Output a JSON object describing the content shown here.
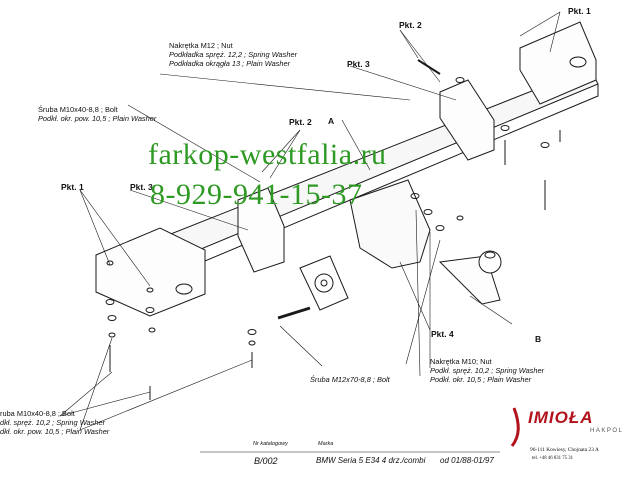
{
  "labels": {
    "nut_m12": "Nakrętka  M12 ; Nut",
    "spring_12": "Podkładka spręż. 12,2   ; Spring Washer",
    "plain_13": "Podkładka okrągła 13  ; Plain Washer",
    "bolt_m10_top": "Śruba M10x40-8,8 ;  Bolt",
    "plain_10_top": "Podkł. okr. pow. 10,5 ; Plain Washer",
    "nut_m10": "Nakrętka M10;  Nut",
    "spring_10": "Podkł. spręż. 10,2   ; Spring Washer",
    "plain_10_right": "Podkł. okr. 10,5 ; Plain Washer",
    "bolt_m12": "Śruba M12x70-8,8 ;  Bolt",
    "bolt_m10_bottom": "ruba M10x40-8,8 ;  Bolt",
    "spring_10_bottom": "dkł. spręż. 10,2   ; Spring Washer",
    "plain_10_bottom": "dkł. okr. pow. 10,5 ; Plain Washer"
  },
  "points": {
    "pkt1_tr": "Pkt. 1",
    "pkt2_top": "Pkt. 2",
    "pkt3_top": "Pkt. 3",
    "pkt2_mid": "Pkt. 2",
    "pkt1_left": "Pkt. 1",
    "pkt3_left": "Pkt. 3",
    "pkt4": "Pkt. 4",
    "a": "A",
    "b": "B"
  },
  "watermark": {
    "site": "farkop-westfalia.ru",
    "phone": "8-929-941-15-37"
  },
  "title_block": {
    "nr_label": "Nr katalogowy",
    "nr_value": "B/002",
    "marka_label": "Marka",
    "model": "BMW Seria 5 E34 4 drz./combi",
    "period": "od 01/88-01/97"
  },
  "logo": {
    "name": "IMIOŁA",
    "sub": "HAKPOL",
    "address": "96-111 Kowiesy, Chojnata 23 A",
    "tel": "tel. +48 46 831 75 31"
  },
  "colors": {
    "line": "#1a1a1a",
    "watermark": "#2e9a23",
    "logo": "#b1121b"
  }
}
